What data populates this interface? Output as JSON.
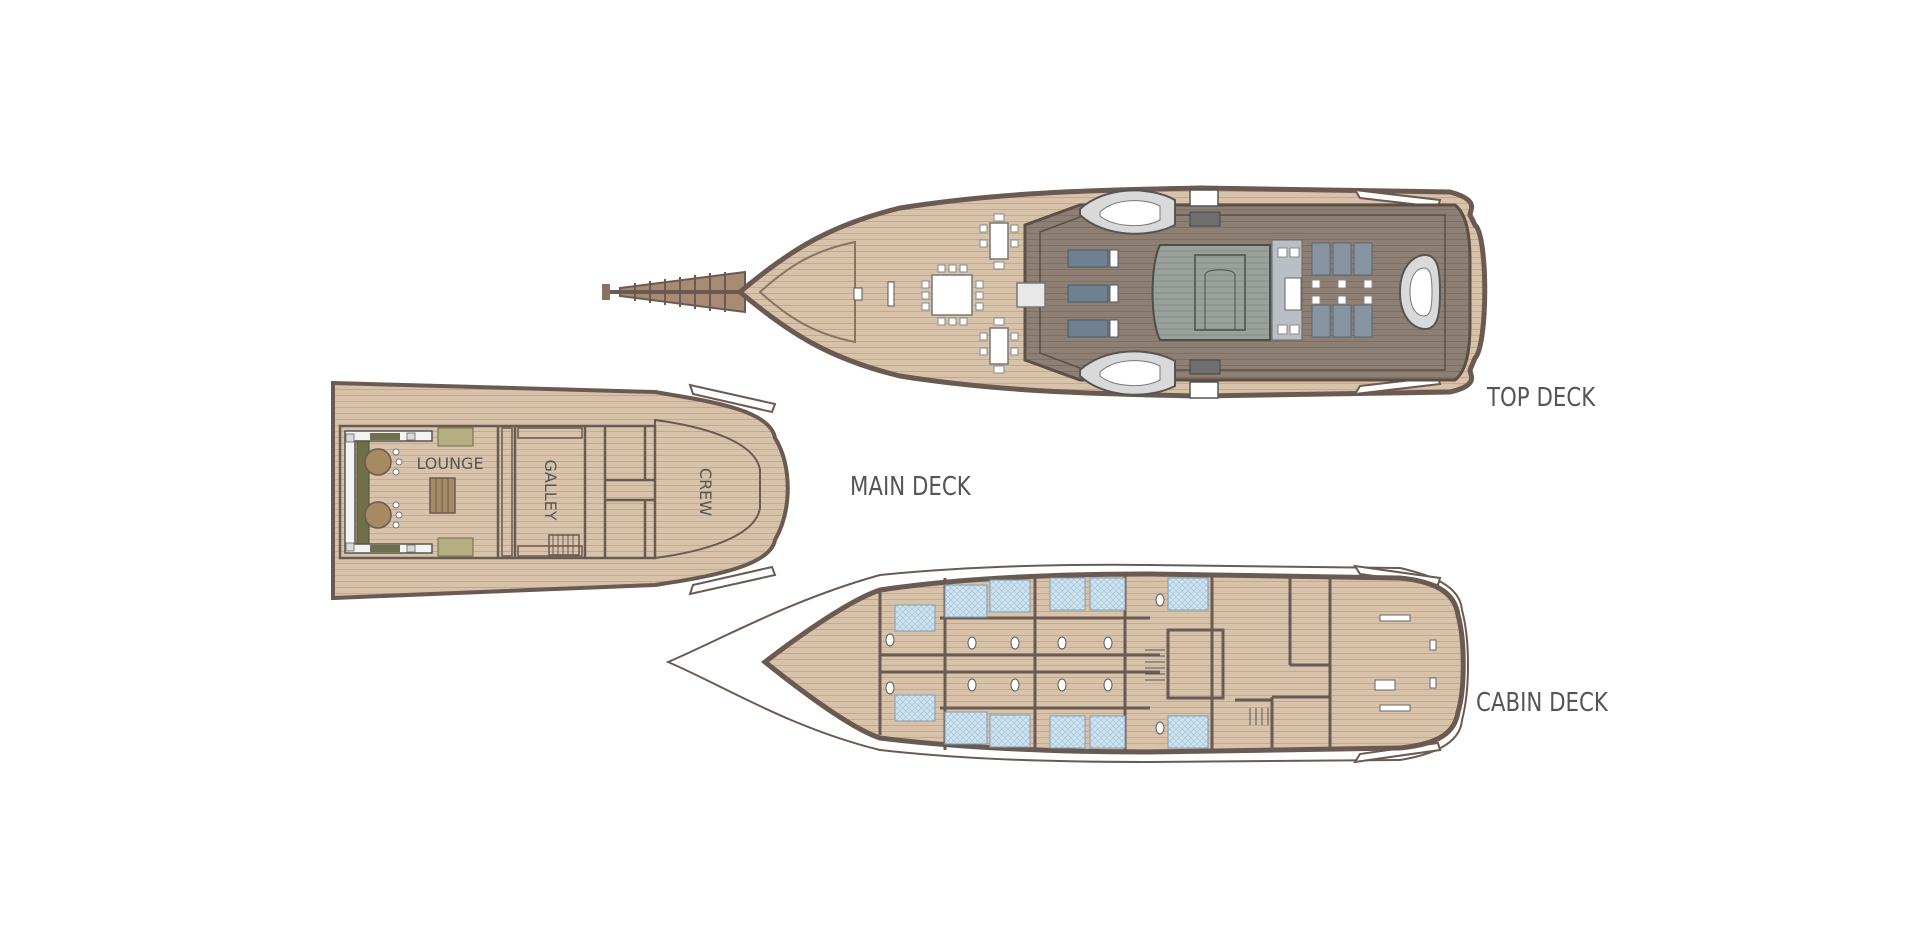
{
  "decks": {
    "top": {
      "label": "TOP DECK"
    },
    "main": {
      "label": "MAIN DECK",
      "rooms": {
        "lounge": "LOUNGE",
        "galley": "GALLEY",
        "crew": "CREW"
      }
    },
    "cabin": {
      "label": "CABIN DECK"
    }
  },
  "colors": {
    "hull_outline": "#6b5a52",
    "deck_wood": "#d8c2aa",
    "plank_line": "#b9a18a",
    "dark_deck": "#8c7d72",
    "cabin_floor_blue": "#cfe4f0",
    "lounge_green": "#8a8a5e",
    "sofa_white": "#f3f3f3",
    "sunbed_blue": "#6f8090",
    "bunk_blue": "#c9d6e2"
  }
}
